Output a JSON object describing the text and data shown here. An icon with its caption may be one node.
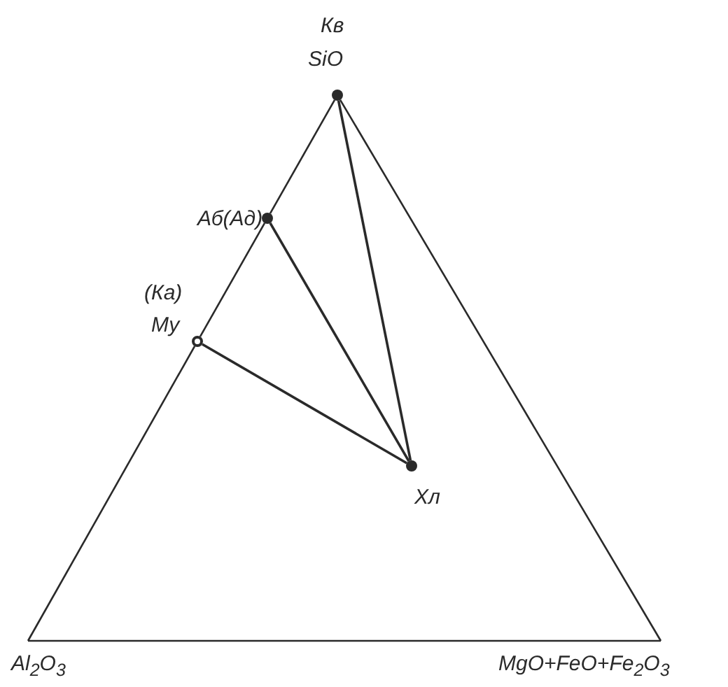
{
  "diagram": {
    "nodes": [
      {
        "text": [
          "Кв",
          "SiO"
        ]
      },
      {
        "text": [
          "Аб(Ад)"
        ]
      },
      {
        "text": [
          "(Ка)",
          "Му"
        ]
      },
      {
        "text": [
          "Хл"
        ]
      },
      {
        "text": [
          "Al$_{2}$O$_{3}$"
        ]
      },
      {
        "text": [
          "MgO+FeO+Fe$_{2}$O$_{3}$"
        ]
      }
    ],
    "edges": [
      {
        "from": 0,
        "to": 1,
        "arrow": "none"
      },
      {
        "from": 1,
        "to": 2,
        "arrow": "none"
      },
      {
        "from": 2,
        "to": 4,
        "arrow": "none"
      },
      {
        "from": 4,
        "to": 5,
        "arrow": "none"
      },
      {
        "from": 5,
        "to": 0,
        "arrow": "none"
      },
      {
        "from": 0,
        "to": 3,
        "arrow": "none"
      },
      {
        "from": 1,
        "to": 3,
        "arrow": "none"
      },
      {
        "from": 2,
        "to": 3,
        "arrow": "none"
      }
    ]
  }
}
